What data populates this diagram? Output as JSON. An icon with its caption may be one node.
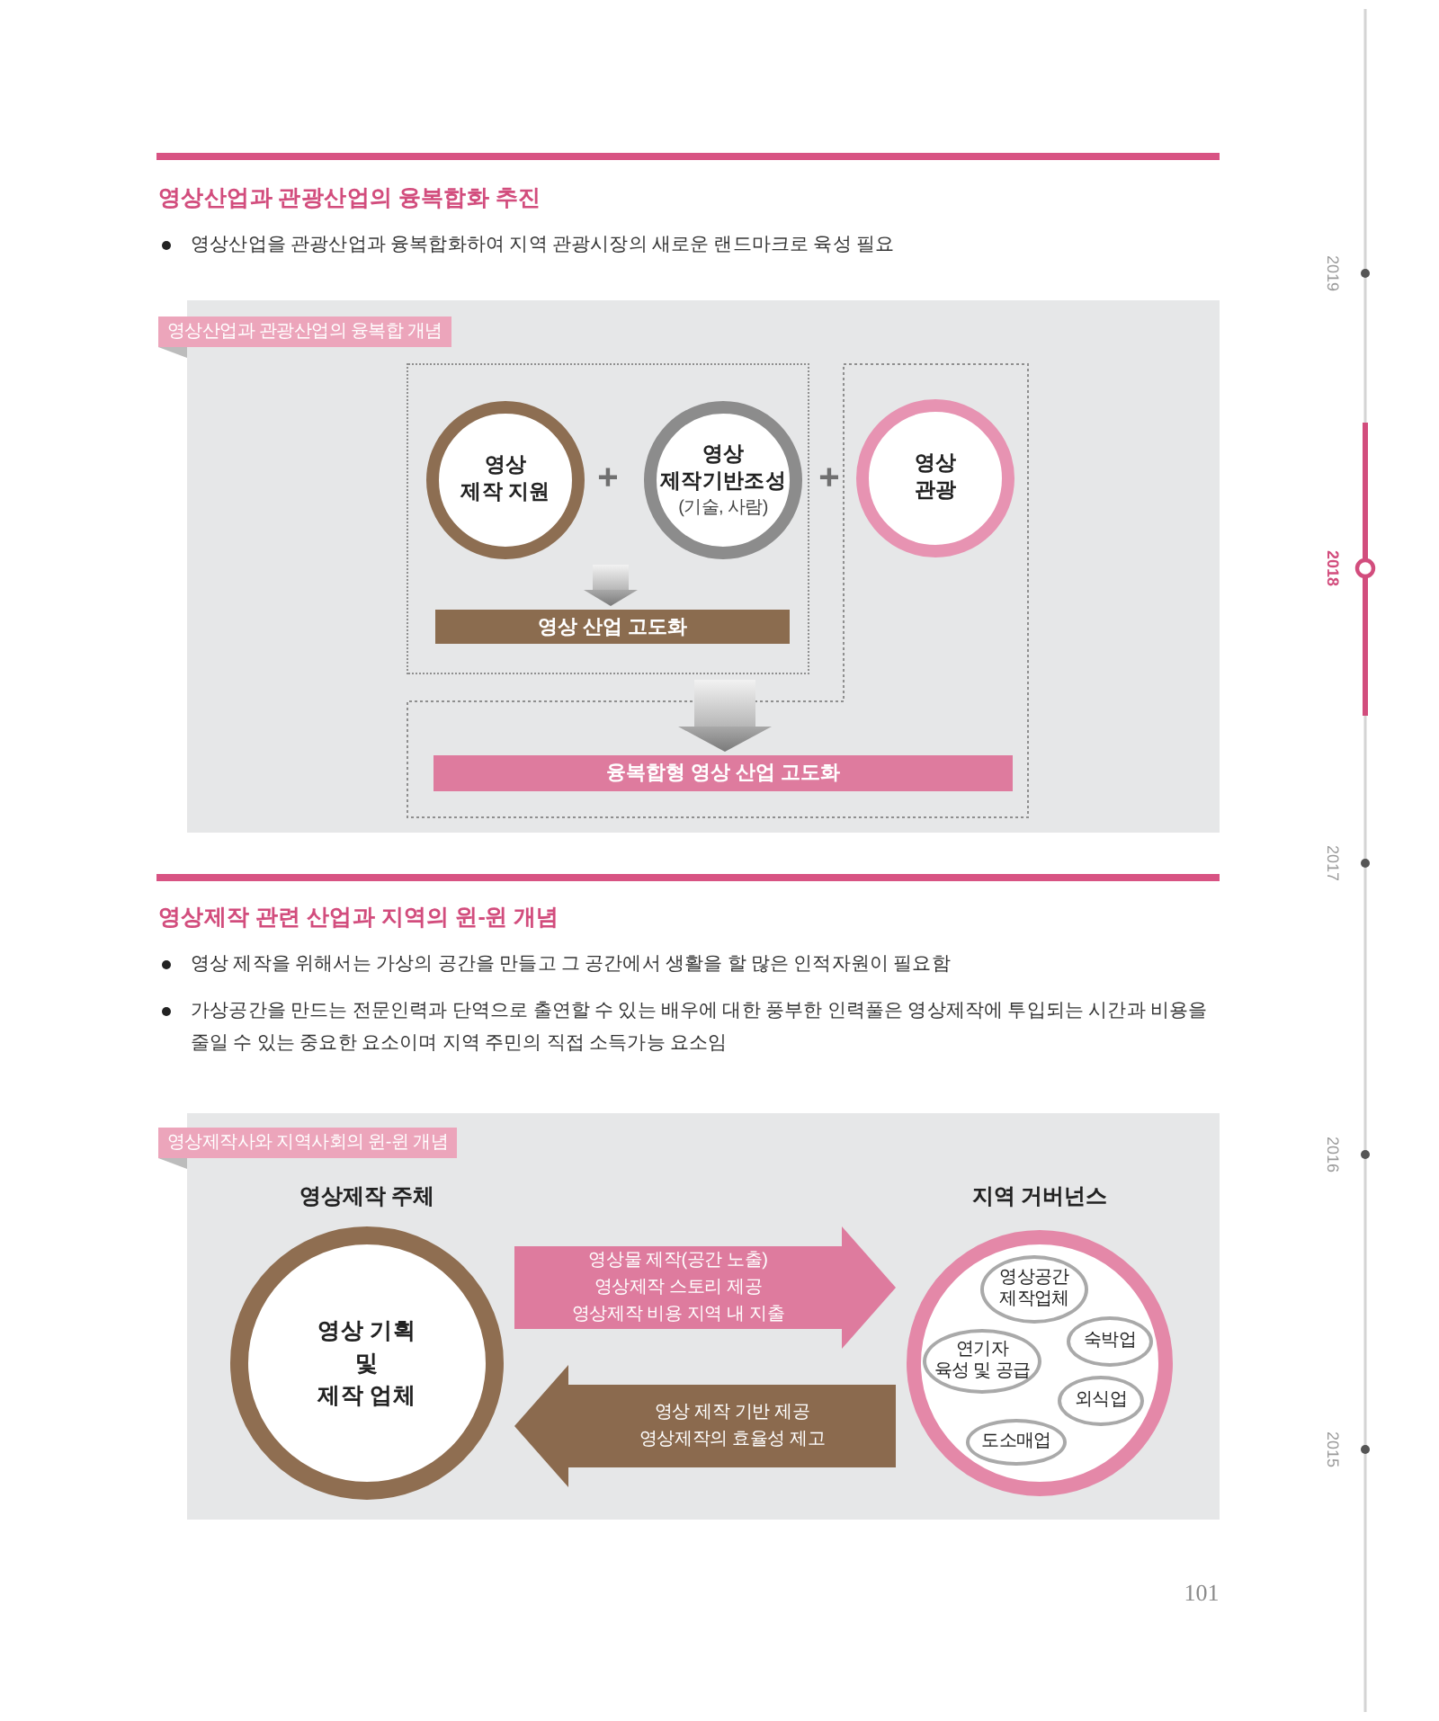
{
  "diagram": {
    "nodes": [
      {
        "text": [
          "영상산업과 관광산업의 융복합 개념"
        ]
      },
      {
        "text": [],
        "shape": "box",
        "in": 0
      },
      {
        "text": [
          "영상 제작 지원"
        ],
        "in": 1
      },
      {
        "text": [
          "영상 제작기반조성",
          "(기술, 사람)"
        ],
        "in": 1
      },
      {
        "text": [
          "영상 산업 고도화"
        ],
        "in": 1
      },
      {
        "text": [],
        "shape": "box",
        "in": 0
      },
      {
        "text": [
          "영상 관광"
        ],
        "in": 5
      },
      {
        "text": [
          "융복합형 영상 산업 고도화"
        ],
        "in": 5
      },
      {
        "text": [
          "영상제작사와 지역사회의 윈-윈 개념"
        ]
      },
      {
        "text": [
          "영상제작 주체",
          "영상 기획 및 제작 업체"
        ],
        "in": 8
      },
      {
        "text": [
          "지역 거버넌스"
        ],
        "in": 8
      },
      {
        "text": [
          "영상공간 제작업체"
        ],
        "in": 10
      },
      {
        "text": [
          "숙박업"
        ],
        "in": 10
      },
      {
        "text": [
          "연기자 육성 및 공급"
        ],
        "in": 10
      },
      {
        "text": [
          "외식업"
        ],
        "in": 10
      },
      {
        "text": [
          "도소매업"
        ],
        "in": 10
      }
    ],
    "edges": [
      {
        "from": null,
        "to": 4,
        "arrow": "to"
      },
      {
        "from": 1,
        "to": 7,
        "arrow": "to"
      },
      {
        "from": 9,
        "to": 10,
        "arrow": "to",
        "label": "영상물 제작(공간 노출) 영상제작 스토리 제공 영상제작 비용 지역 내 지출",
        "color": "#de7b9e"
      },
      {
        "from": 10,
        "to": 9,
        "arrow": "to",
        "label": "영상 제작 기반 제공 영상제작의 효율성 제고",
        "color": "#8b6a4e"
      }
    ],
    "labels": [
      "영상산업과 관광산업의 융복합화 추진",
      "영상산업을 관광산업과 융복합화하여 지역 관광시장의 새로운 랜드마크로 육성 필요",
      "+",
      "+",
      "영상제작 관련 산업과 지역의 윈-윈 개념",
      "영상 제작을 위해서는 가상의 공간을 만들고 그 공간에서 생활을 할 많은 인적자원이 필요함",
      "가상공간을 만드는 전문인력과 단역으로 출연할 수 있는 배우에 대한 풍부한 인력풀은 영상제작에 투입되는 시간과 비용을 줄일 수 있는 중요한 요소이며 지역 주민의 직접 소득가능 요소임",
      "2019",
      "2018",
      "2017",
      "2016",
      "2015",
      "101"
    ]
  }
}
